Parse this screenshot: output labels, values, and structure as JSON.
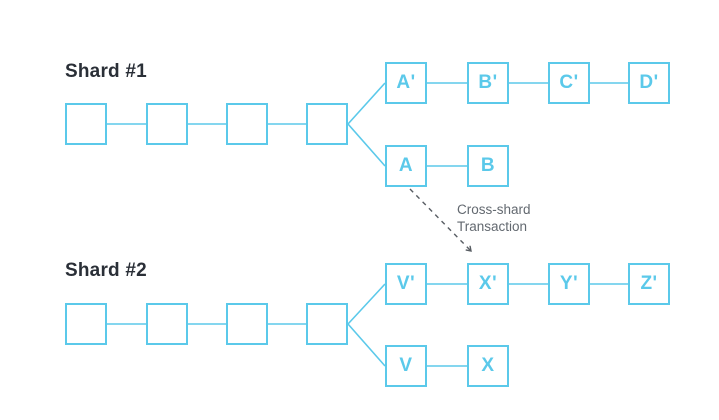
{
  "colors": {
    "accent": "#5BC9EA",
    "title": "#2A2F37",
    "annotation": "#636970",
    "arrow": "#585D63",
    "background": "#FFFFFF"
  },
  "shard1": {
    "title": "Shard #1",
    "chain_block_count": 4,
    "fork_top_labels": [
      "A'",
      "B'",
      "C'",
      "D'"
    ],
    "fork_bottom_labels": [
      "A",
      "B"
    ]
  },
  "shard2": {
    "title": "Shard #2",
    "chain_block_count": 4,
    "fork_top_labels": [
      "V'",
      "X'",
      "Y'",
      "Z'"
    ],
    "fork_bottom_labels": [
      "V",
      "X"
    ]
  },
  "cross_shard_annotation": {
    "line1": "Cross-shard",
    "line2": "Transaction"
  }
}
